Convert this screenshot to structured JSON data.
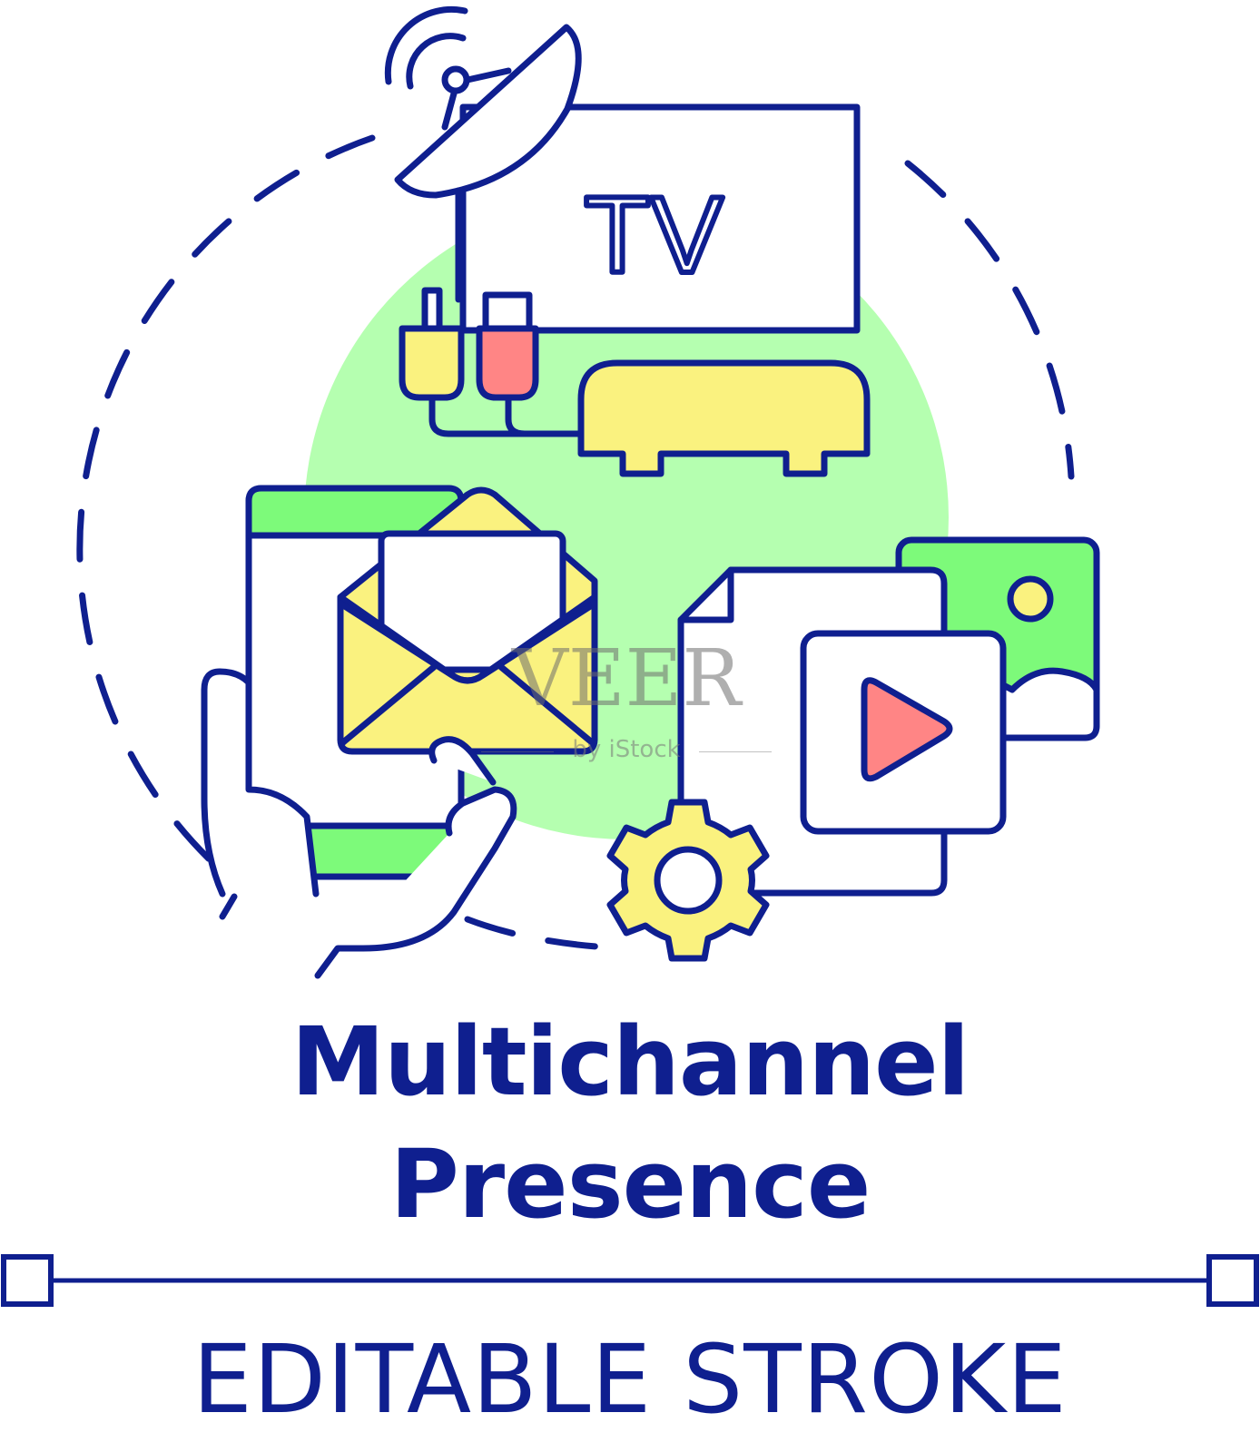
{
  "title_line_1": "Multichannel",
  "title_line_2": "Presence",
  "caption": "EDITABLE STROKE",
  "tv_label": "TV",
  "watermark": {
    "brand": "VEER",
    "sub": "by iStock"
  },
  "colors": {
    "stroke": "#0f1f8f",
    "circle_bg": "#b5ffb0",
    "yellow": "#faf27f",
    "green": "#7dfa7a",
    "red": "#ff8585",
    "white": "#ffffff"
  },
  "icons": [
    "satellite-dish-icon",
    "tv-icon",
    "plug-icon",
    "set-top-box-icon",
    "smartphone-icon",
    "hand-icon",
    "envelope-icon",
    "document-icon",
    "image-icon",
    "video-play-icon",
    "gear-icon"
  ]
}
